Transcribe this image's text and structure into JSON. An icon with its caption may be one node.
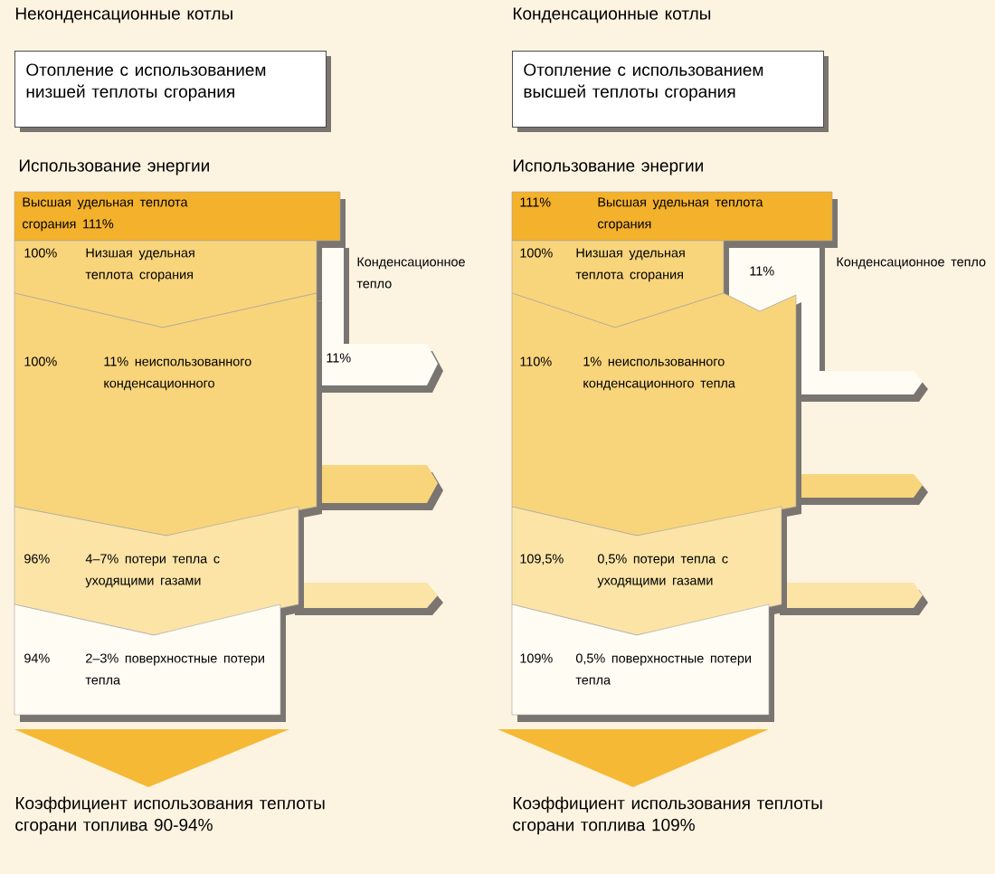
{
  "diagram": {
    "nodes": [
      {
        "text": [
          "Отопление с использованием низшей теплоты сгорания"
        ]
      },
      {
        "text": [
          "Высшая удельная теплота сгорания 111%"
        ]
      },
      {
        "text": [
          "100%",
          "Низшая удельная теплота сгорания"
        ]
      },
      {
        "text": [
          "100%",
          "11% неиспользованного конденсационного"
        ]
      },
      {
        "text": [
          "96%",
          "4–7% потери тепла с уходящими газами"
        ]
      },
      {
        "text": [
          "94%",
          "2–3% поверхностные потери тепла"
        ]
      },
      {
        "text": [],
        "shape": "triangle"
      },
      {
        "text": [
          "Коэффициент использования теплоты сгорани топлива 90-94%"
        ]
      },
      {
        "text": [
          "Отопление с использованием высшей теплоты сгорания"
        ]
      },
      {
        "text": [
          "111%",
          "Высшая удельная теплота сгорания"
        ]
      },
      {
        "text": [
          "100%",
          "Низшая удельная теплота сгорания"
        ]
      },
      {
        "text": [
          "110%",
          "1% неиспользованного конденсационного тепла"
        ]
      },
      {
        "text": [
          "109,5%",
          "0,5% потери тепла с уходящими газами"
        ]
      },
      {
        "text": [
          "109%",
          "0,5% поверхностные потери тепла"
        ]
      },
      {
        "text": [],
        "shape": "triangle"
      },
      {
        "text": [
          "Коэффициент использования теплоты сгорани топлива 109%"
        ]
      }
    ],
    "labels": [
      "Неконденсационные котлы",
      "Использование энергии",
      "Конденсационное тепло",
      "11%",
      "Конденсационные котлы",
      "Использование энергии",
      "11%",
      "Конденсационное тепло"
    ]
  }
}
